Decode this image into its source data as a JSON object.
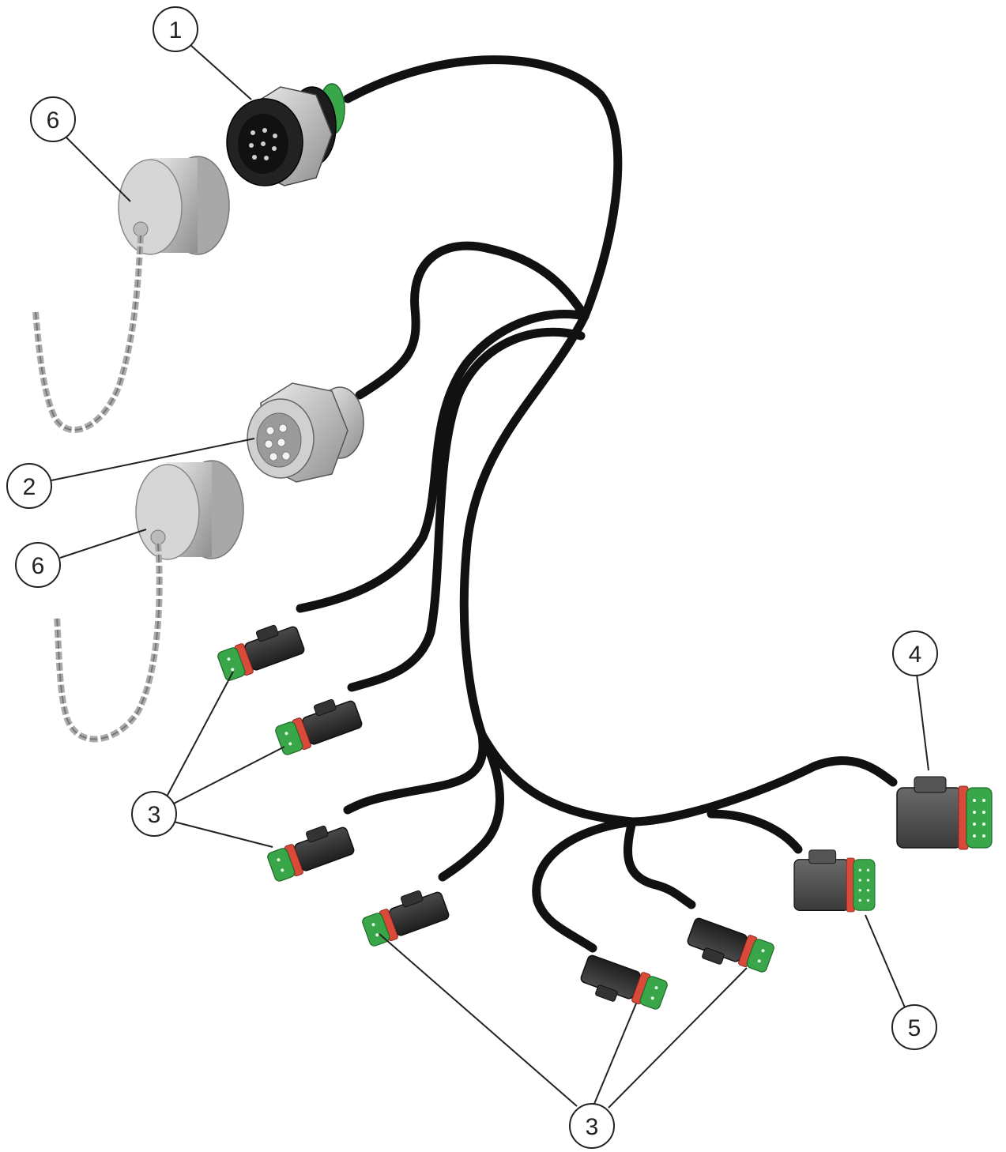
{
  "colors": {
    "cable": "#111111",
    "connector_body": "#2b2b2b",
    "connector_face": "#3aa64a",
    "seal": "#d94a3a",
    "metal": "#c8c8c8",
    "outline": "#222222"
  },
  "callouts": [
    {
      "id": "c1",
      "label": "1"
    },
    {
      "id": "c2",
      "label": "2"
    },
    {
      "id": "c3a",
      "label": "3"
    },
    {
      "id": "c3b",
      "label": "3"
    },
    {
      "id": "c4",
      "label": "4"
    },
    {
      "id": "c5",
      "label": "5"
    },
    {
      "id": "c6a",
      "label": "6"
    },
    {
      "id": "c6b",
      "label": "6"
    }
  ]
}
